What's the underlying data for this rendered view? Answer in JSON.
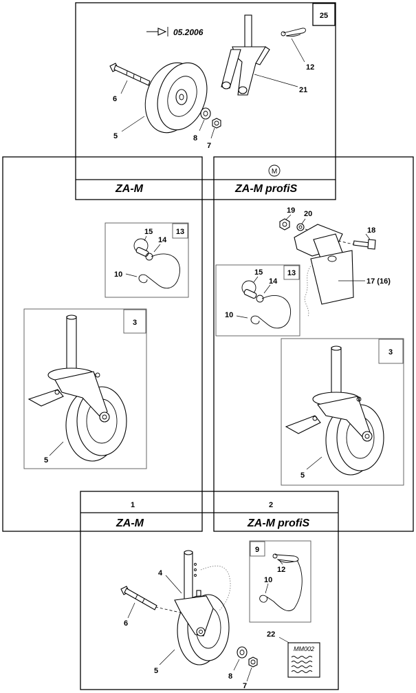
{
  "panels": {
    "top": {
      "group_number": "25",
      "date_marker": "05.2006"
    },
    "left": {
      "title": "ZA-M",
      "footer_number": "1",
      "footer_title": "ZA-M"
    },
    "right": {
      "title_prefix": "ZA-M",
      "title_suffix": "profiS",
      "model_symbol": "M",
      "footer_number": "2",
      "footer_title_prefix": "ZA-M",
      "footer_title_suffix": "profiS"
    }
  },
  "subgroups": {
    "left_clip": "13",
    "left_caster": "3",
    "right_clip": "13",
    "right_caster": "3",
    "bottom_clip": "9"
  },
  "document_label": "MM002",
  "callouts": {
    "top_bolt": "6",
    "top_wheel": "5",
    "top_washer": "8",
    "top_nut": "7",
    "top_pin": "12",
    "top_fork": "21",
    "lclip_ring": "15",
    "lclip_pin": "14",
    "lclip_hook": "10",
    "lcaster_wheel": "5",
    "r_nut": "19",
    "r_washer": "20",
    "r_bolt": "18",
    "r_bracket": "17 (16)",
    "rclip_ring": "15",
    "rclip_pin": "14",
    "rclip_hook": "10",
    "rcaster_wheel": "5",
    "b_fork": "4",
    "b_bolt": "6",
    "b_wheel": "5",
    "b_washer": "8",
    "b_nut": "7",
    "b_pin": "12",
    "b_hook": "10",
    "b_doc": "22"
  }
}
